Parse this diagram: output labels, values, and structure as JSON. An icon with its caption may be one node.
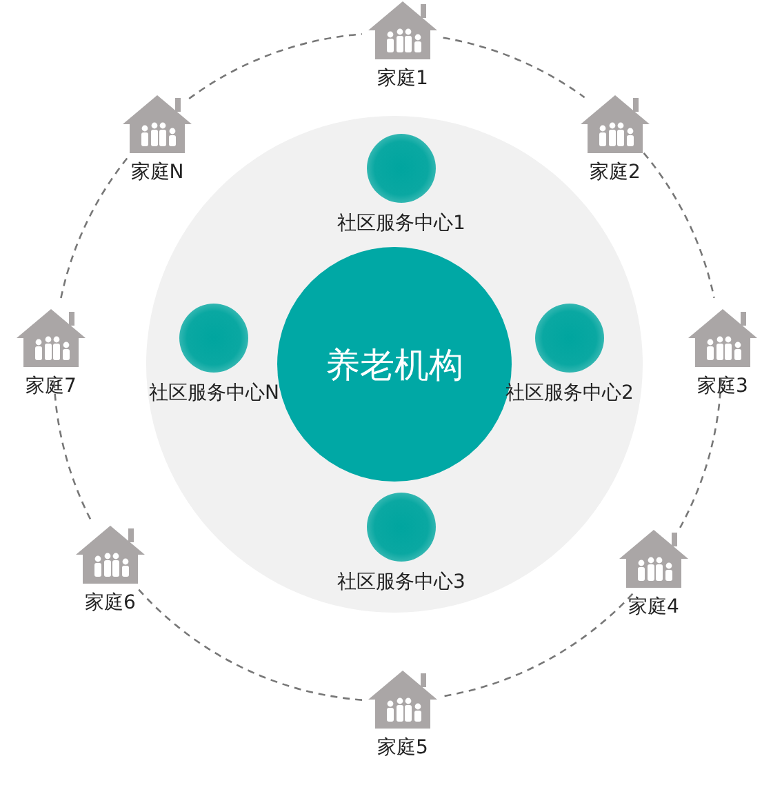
{
  "diagram": {
    "nodes": [
      {
        "text": [
          "家庭1"
        ]
      },
      {
        "text": [
          "家庭N"
        ]
      },
      {
        "text": [
          "家庭2"
        ]
      },
      {
        "text": [
          "社区服务中心1"
        ]
      },
      {
        "text": [
          "家庭7"
        ]
      },
      {
        "text": [
          "社区服务中心N"
        ]
      },
      {
        "text": [
          "养老机构"
        ]
      },
      {
        "text": [
          "社区服务中心2"
        ]
      },
      {
        "text": [
          "家庭3"
        ]
      },
      {
        "text": [
          "社区服务中心3"
        ]
      },
      {
        "text": [
          "家庭6"
        ]
      },
      {
        "text": [
          "家庭4"
        ]
      },
      {
        "text": [
          "家庭5"
        ]
      }
    ],
    "edges": [
      {
        "from": 0,
        "to": 2,
        "arrow": "none",
        "style": "dashed"
      },
      {
        "from": 2,
        "to": 8,
        "arrow": "none",
        "style": "dashed"
      },
      {
        "from": 8,
        "to": 11,
        "arrow": "none",
        "style": "dashed"
      },
      {
        "from": 11,
        "to": 12,
        "arrow": "none",
        "style": "dashed"
      },
      {
        "from": 12,
        "to": 10,
        "arrow": "none",
        "style": "dashed"
      },
      {
        "from": 10,
        "to": 4,
        "arrow": "none",
        "style": "dashed"
      },
      {
        "from": 4,
        "to": 1,
        "arrow": "none",
        "style": "dashed"
      },
      {
        "from": 1,
        "to": 0,
        "arrow": "none",
        "style": "dashed"
      }
    ]
  }
}
